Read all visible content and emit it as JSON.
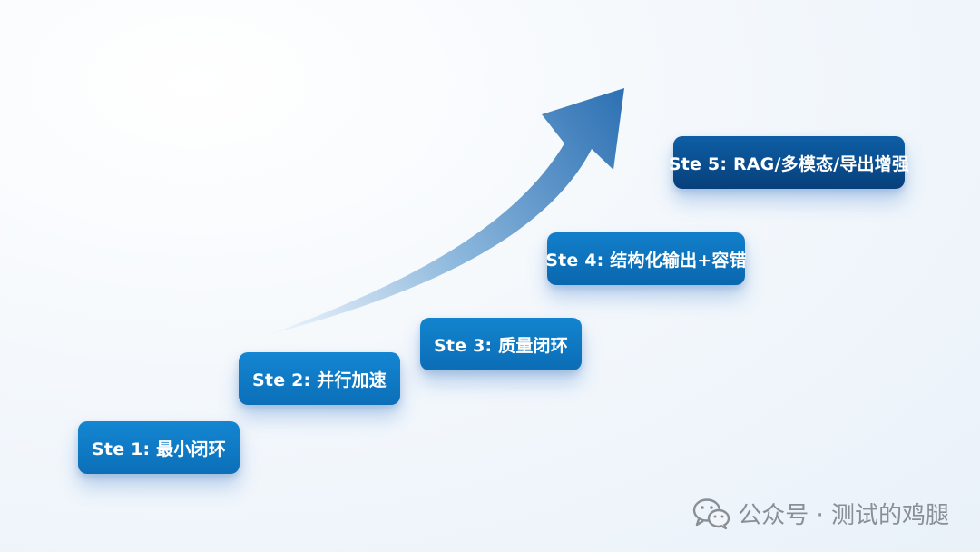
{
  "steps": [
    {
      "label": "Ste 1: 最小闭环"
    },
    {
      "label": "Ste 2: 并行加速"
    },
    {
      "label": "Ste 3: 质量闭环"
    },
    {
      "label": "Ste 4: 结构化输出+容错"
    },
    {
      "label": "Ste 5: RAG/多模态/导出增强"
    }
  ],
  "watermark": {
    "text": "公众号 · 测试的鸡腿",
    "icon": "wechat-icon"
  },
  "colors": {
    "step_blue": "#0b6fb8",
    "step_dark_blue": "#073f7a",
    "arrow_start": "#eaf3fb",
    "arrow_end": "#2f75b8",
    "watermark_gray": "#8a8f96"
  }
}
